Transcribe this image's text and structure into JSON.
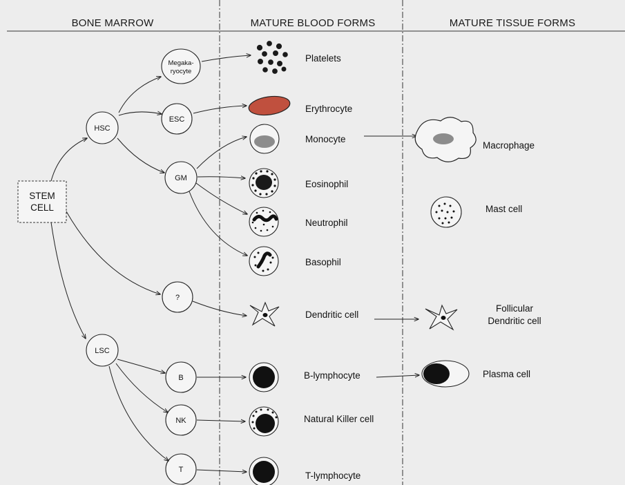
{
  "headers": {
    "bone_marrow": "BONE MARROW",
    "mature_blood": "MATURE BLOOD FORMS",
    "mature_tissue": "MATURE TISSUE FORMS"
  },
  "stem_cell": {
    "line1": "STEM",
    "line2": "CELL"
  },
  "progenitors": {
    "hsc": "HSC",
    "esc": "ESC",
    "gm": "GM",
    "megakaryocyte_line1": "Megaka-",
    "megakaryocyte_line2": "ryocyte",
    "unknown": "?",
    "lsc": "LSC",
    "b": "B",
    "nk": "NK",
    "t": "T"
  },
  "blood_forms": {
    "platelets": "Platelets",
    "erythrocyte": "Erythrocyte",
    "monocyte": "Monocyte",
    "eosinophil": "Eosinophil",
    "neutrophil": "Neutrophil",
    "basophil": "Basophil",
    "dendritic": "Dendritic cell",
    "b_lymphocyte": "B-lymphocyte",
    "nk_cell": "Natural Killer cell",
    "t_lymphocyte": "T-lymphocyte"
  },
  "tissue_forms": {
    "macrophage": "Macrophage",
    "mast_cell": "Mast cell",
    "follicular_line1": "Follicular",
    "follicular_line2": "Dendritic cell",
    "plasma_cell": "Plasma cell"
  },
  "colors": {
    "background": "#ededed",
    "erythrocyte": "#c0503e",
    "monocyte_nucleus": "#8c8c8c",
    "dark_nucleus": "#111111"
  }
}
